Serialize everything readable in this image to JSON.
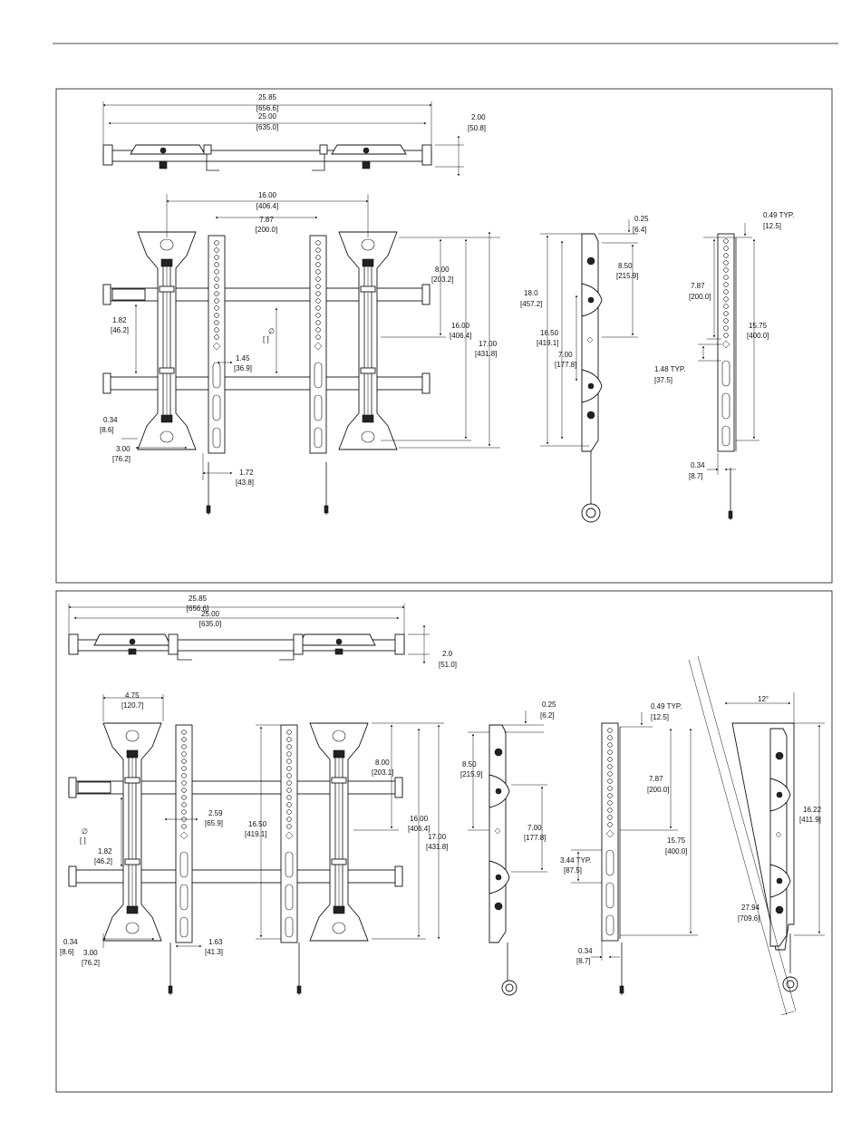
{
  "top_panel": {
    "dims": {
      "overall_width": "25.85",
      "overall_width_mm": "[656.6]",
      "rail_width": "25.00",
      "rail_width_mm": "[635.0]",
      "depth": "2.00",
      "depth_mm": "[50.8]",
      "bracket_spacing": "16.00",
      "bracket_spacing_mm": "[406.4]",
      "center_spacing": "7.87",
      "center_spacing_mm": "[200.0]",
      "upper_offset": "8.00",
      "upper_offset_mm": "[203.2]",
      "mid_height": "16.00",
      "mid_height_mm": "[406.4]",
      "full_height": "17.00",
      "full_height_mm": "[431.8]",
      "arm_height": "1.82",
      "arm_height_mm": "[46.2]",
      "phi": "∅",
      "phi_box": "[        ]",
      "slot_width": "1.45",
      "slot_width_mm": "[36.9]",
      "edge": "0.34",
      "edge_mm": "[8.6]",
      "base_width": "3.00",
      "base_width_mm": "[76.2]",
      "foot": "1.72",
      "foot_mm": "[43.8]",
      "side_top": "0.25",
      "side_top_mm": "[6.4]",
      "side_upper": "8.50",
      "side_upper_mm": "[215.9]",
      "side_total": "18.0",
      "side_total_mm": "[457.2]",
      "side_span": "16.50",
      "side_span_mm": "[419.1]",
      "side_mid": "7.00",
      "side_mid_mm": "[177.8]",
      "rail_top": "0.49  TYP.",
      "rail_top_mm": "[12.5]",
      "rail_upper": "7.87",
      "rail_upper_mm": "[200.0]",
      "rail_total": "15.75",
      "rail_total_mm": "[400.0]",
      "rail_slot": "1.48  TYP.",
      "rail_slot_mm": "[37.5]",
      "rail_foot": "0.34",
      "rail_foot_mm": "[8.7]"
    }
  },
  "bottom_panel": {
    "dims": {
      "overall_width": "25.85",
      "overall_width_mm": "[656.6]",
      "rail_width": "25.00",
      "rail_width_mm": "[635.0]",
      "depth": "2.0",
      "depth_mm": "[51.0]",
      "bracket_width": "4.75",
      "bracket_width_mm": "[120.7]",
      "phi": "∅",
      "phi_box": "[        ]",
      "arm_height": "1.82",
      "arm_height_mm": "[46.2]",
      "slot": "2.59",
      "slot_mm": "[65.9]",
      "edge": "0.34",
      "edge_mm": "[8.6]",
      "base_width": "3.00",
      "base_width_mm": "[76.2]",
      "foot": "1.63",
      "foot_mm": "[41.3]",
      "span": "16.50",
      "span_mm": "[419.1]",
      "upper_offset": "8.00",
      "upper_offset_mm": "[203.1]",
      "mid_height": "16.00",
      "mid_height_mm": "[406.4]",
      "full_height": "17.00",
      "full_height_mm": "[431.8]",
      "side_top": "0.25",
      "side_top_mm": "[6.2]",
      "side_upper": "8.50",
      "side_upper_mm": "[215.9]",
      "side_mid": "7.00",
      "side_mid_mm": "[177.8]",
      "rail_top": "0.49  TYP.",
      "rail_top_mm": "[12.5]",
      "rail_upper": "7.87",
      "rail_upper_mm": "[200.0]",
      "rail_total": "15.75",
      "rail_total_mm": "[400.0]",
      "rail_slot": "3.44  TYP.",
      "rail_slot_mm": "[87.5]",
      "rail_foot": "0.34",
      "rail_foot_mm": "[8.7]",
      "tilt_angle": "12°",
      "tilt_height": "16.22",
      "tilt_height_mm": "[411.9]",
      "tilt_length": "27.94",
      "tilt_length_mm": "[709.6]"
    }
  }
}
